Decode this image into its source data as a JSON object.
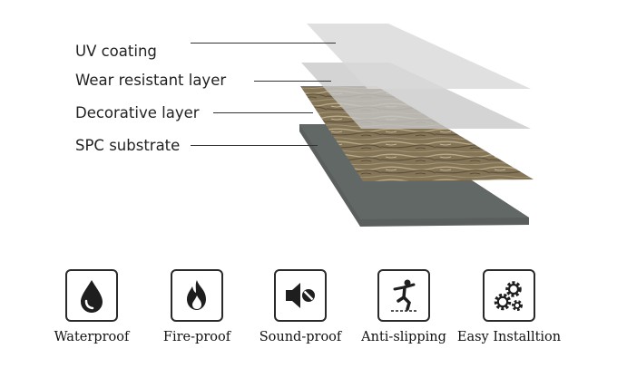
{
  "layers": [
    {
      "label": "UV coating"
    },
    {
      "label": "Wear resistant layer"
    },
    {
      "label": "Decorative layer"
    },
    {
      "label": "SPC substrate"
    }
  ],
  "features": [
    {
      "label": "Waterproof",
      "icon": "water-drop-icon"
    },
    {
      "label": "Fire-proof",
      "icon": "flame-icon"
    },
    {
      "label": "Sound-proof",
      "icon": "mute-speaker-icon"
    },
    {
      "label": "Anti-slipping",
      "icon": "slipping-person-icon"
    },
    {
      "label": "Easy Installtion",
      "icon": "gears-icon"
    }
  ],
  "colors": {
    "substrate": "#5a5f5d",
    "decor_base": "#8a7a5e",
    "uv_coating": "#dcdcdc",
    "wear_layer": "#c8c8c8",
    "icon_stroke": "#2a2a2a"
  }
}
